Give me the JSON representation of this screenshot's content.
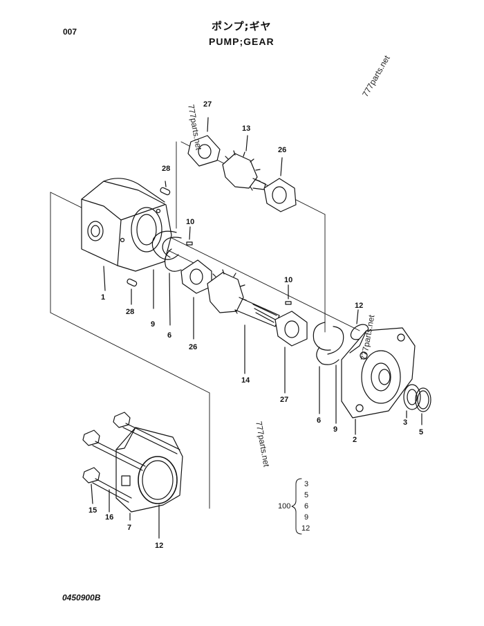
{
  "header": {
    "page_number": "007",
    "title_japanese": "ポンプ;ギヤ",
    "title_english": "PUMP;GEAR"
  },
  "footer": {
    "drawing_code": "0450900B"
  },
  "watermark": "777parts.net",
  "callouts": {
    "c1": "1",
    "c2": "2",
    "c3": "3",
    "c5": "5",
    "c6a": "6",
    "c6b": "6",
    "c7": "7",
    "c9a": "9",
    "c9b": "9",
    "c10a": "10",
    "c10b": "10",
    "c12a": "12",
    "c12b": "12",
    "c13": "13",
    "c14": "14",
    "c15": "15",
    "c16": "16",
    "c26a": "26",
    "c26b": "26",
    "c27a": "27",
    "c27b": "27",
    "c28a": "28",
    "c28b": "28"
  },
  "kit": {
    "code": "100",
    "items": [
      "3",
      "5",
      "6",
      "9",
      "12"
    ]
  }
}
